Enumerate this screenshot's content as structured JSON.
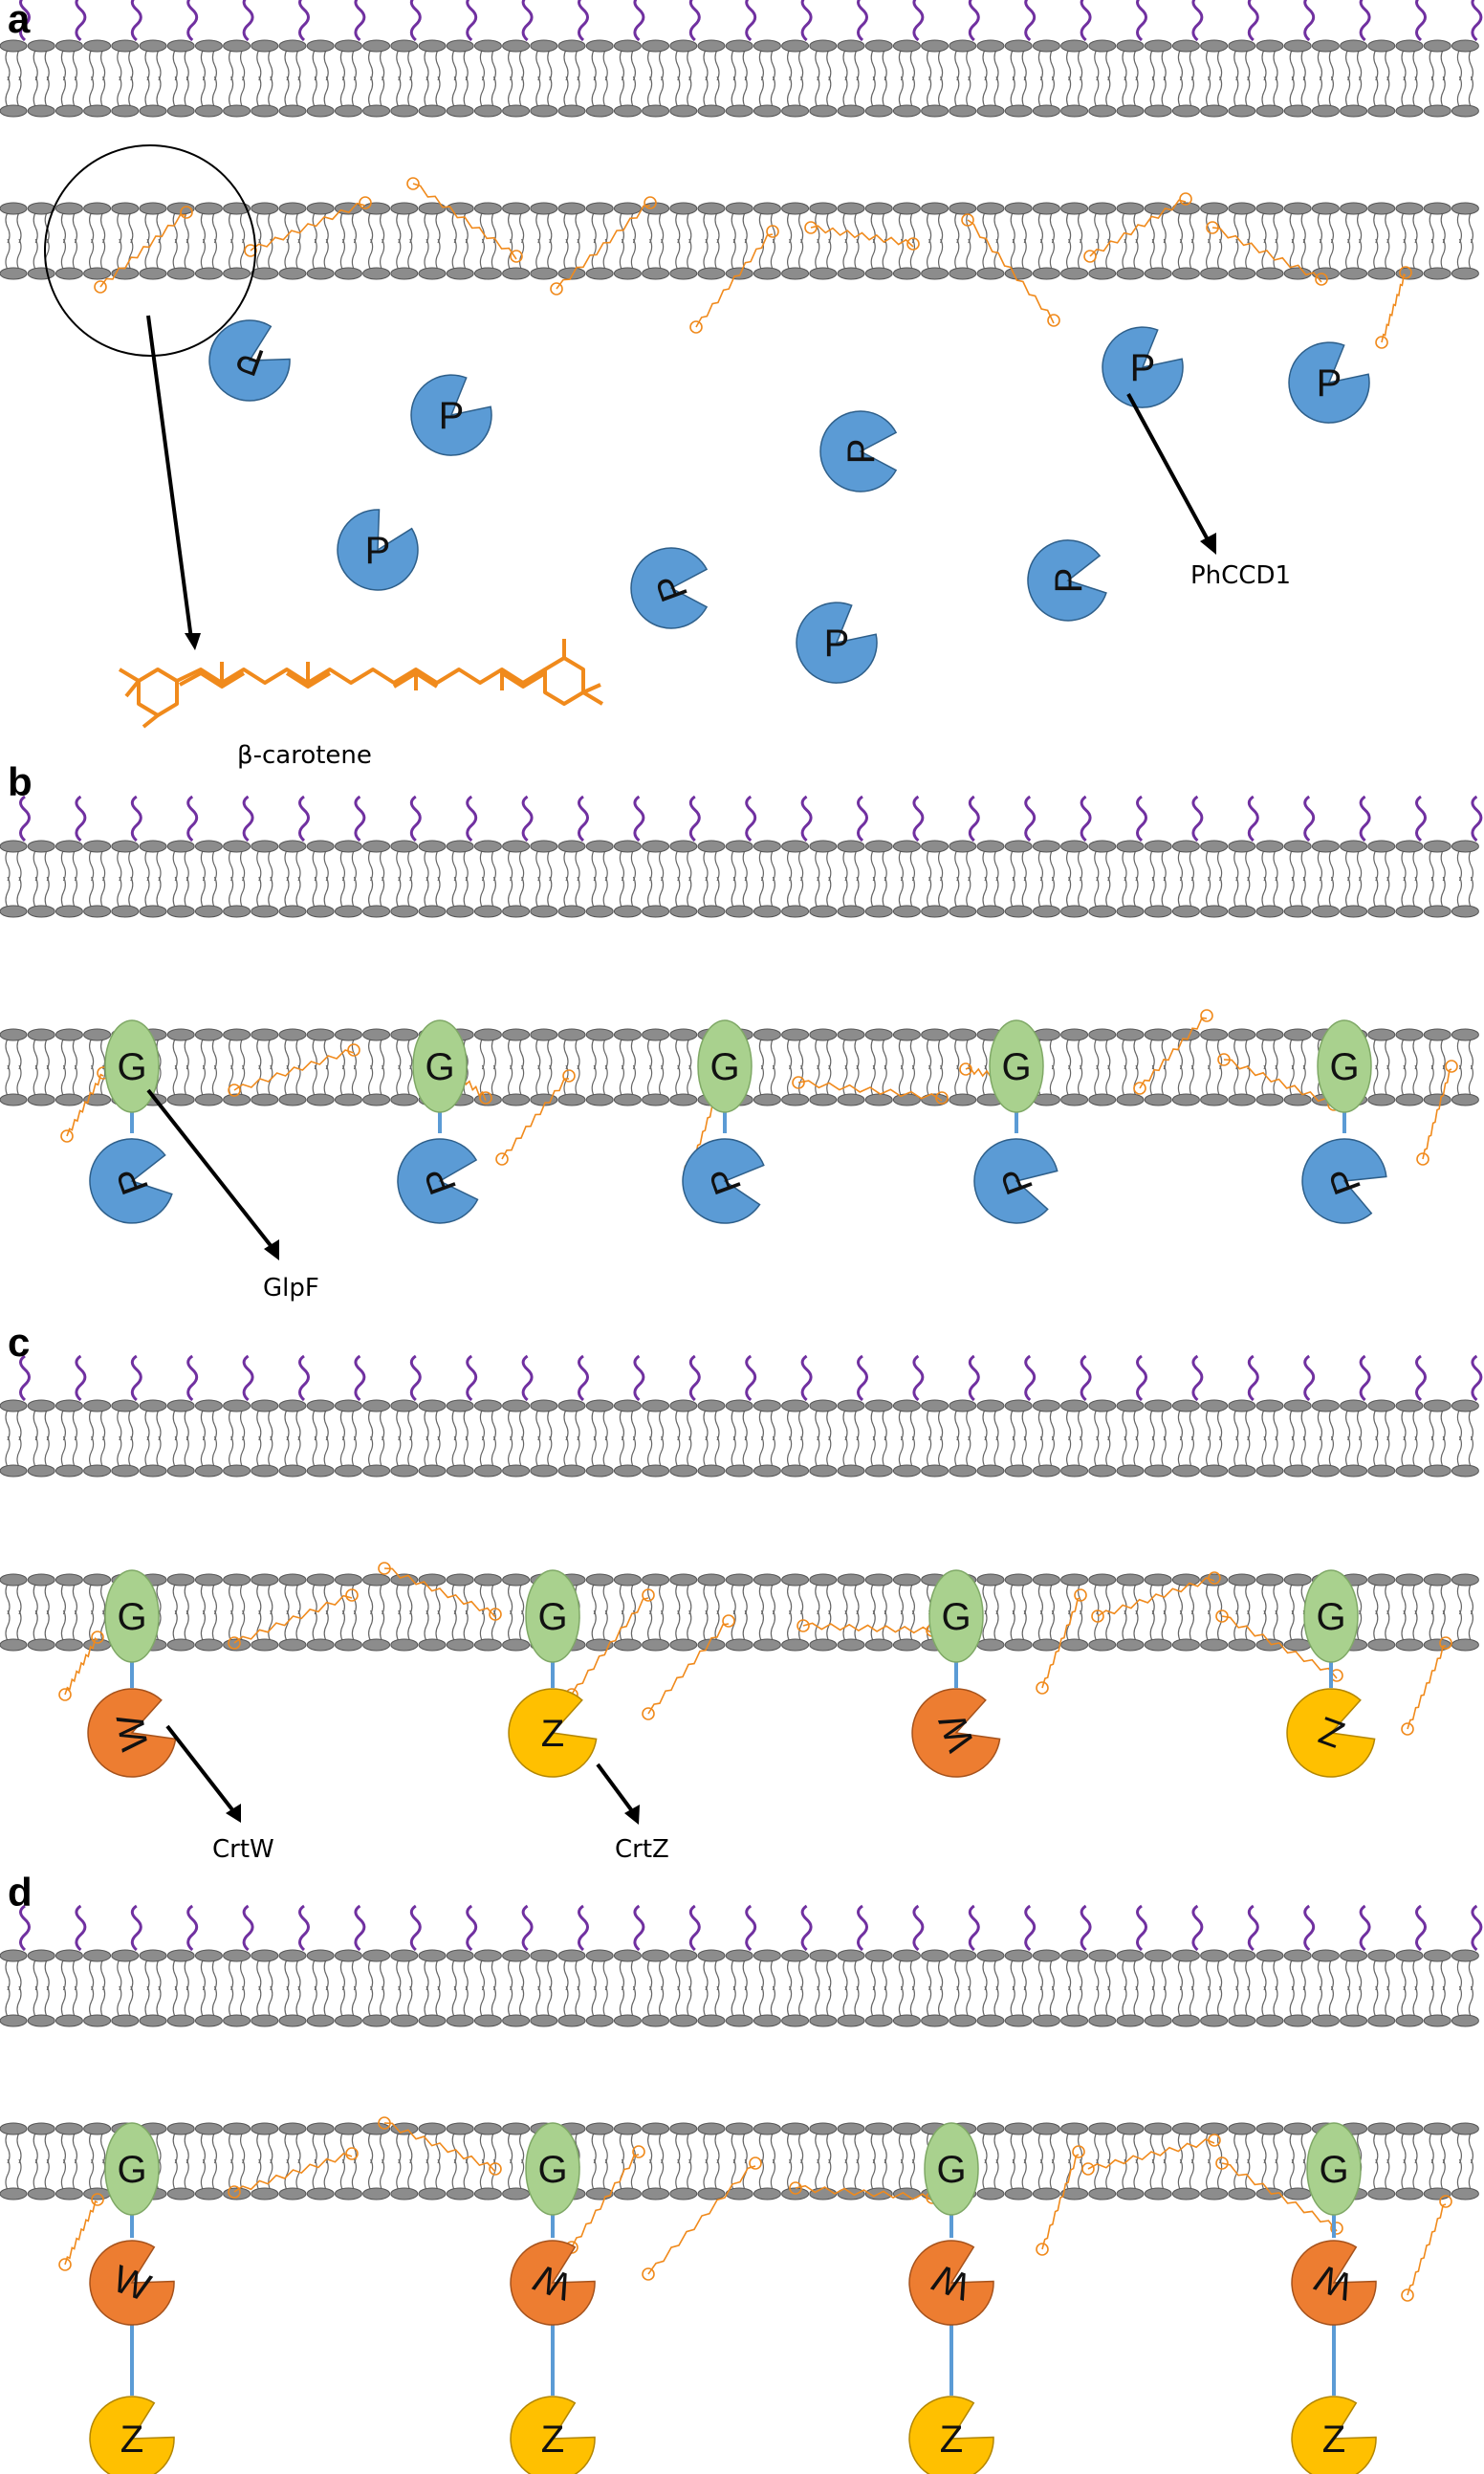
{
  "figure": {
    "colors": {
      "lipid_head": "#8c8c8c",
      "lipid_head_stroke": "#555555",
      "lipid_tail": "#666666",
      "lps_chain": "#7030a0",
      "carotene": "#f08a1c",
      "phccd1": "#5b9bd5",
      "phccd1_stroke": "#2e5f8a",
      "glpf": "#a9d18e",
      "glpf_stroke": "#7fa866",
      "crtw": "#ed7d31",
      "crtw_stroke": "#a5521c",
      "crtz": "#ffc000",
      "crtz_stroke": "#b38600",
      "linker": "#5b9bd5"
    },
    "panels": [
      {
        "letter": "a"
      },
      {
        "letter": "b"
      },
      {
        "letter": "c"
      },
      {
        "letter": "d"
      }
    ],
    "letters": {
      "phccd1": "P",
      "glpf": "G",
      "crtw": "W",
      "crtz": "Z"
    },
    "labels": {
      "beta_carotene": "β-carotene",
      "phccd1": "PhCCD1",
      "glpf": "GlpF",
      "crtw": "CrtW",
      "crtz": "CrtZ"
    }
  }
}
